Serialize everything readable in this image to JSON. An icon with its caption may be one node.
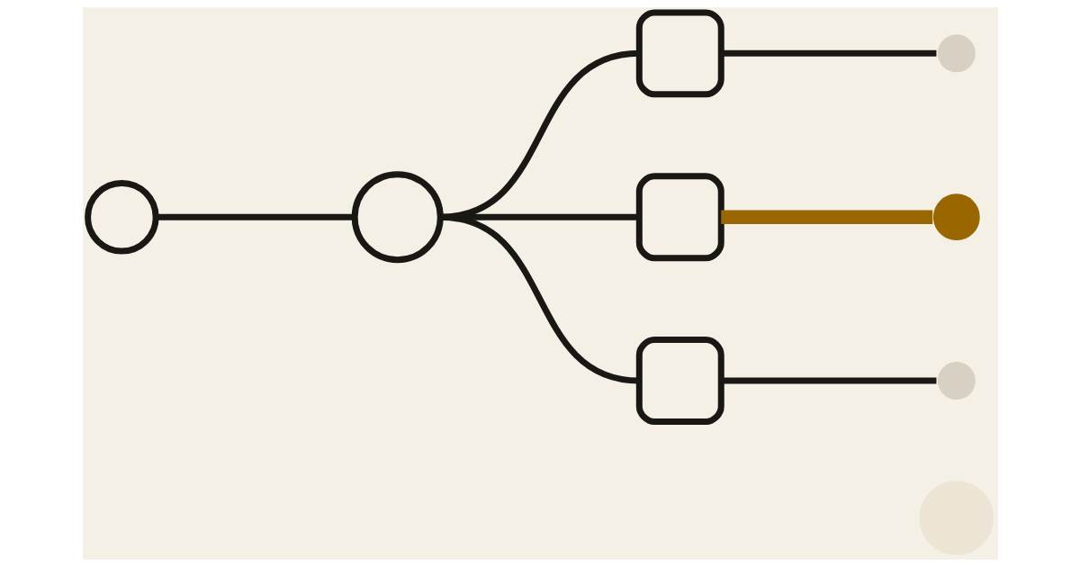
{
  "diagram": {
    "nodes": [
      {
        "text": [],
        "shape": "circle"
      },
      {
        "text": [],
        "shape": "circle"
      },
      {
        "text": [],
        "shape": "box"
      },
      {
        "text": [],
        "shape": "box"
      },
      {
        "text": [],
        "shape": "box"
      },
      {
        "text": [],
        "shape": "circle"
      },
      {
        "text": [],
        "shape": "circle"
      },
      {
        "text": [],
        "shape": "circle"
      },
      {
        "text": [],
        "shape": "circle"
      }
    ],
    "edges": [
      {
        "from": 0,
        "to": 1,
        "arrow": "none"
      },
      {
        "from": 1,
        "to": 2,
        "arrow": "none"
      },
      {
        "from": 1,
        "to": 3,
        "arrow": "none"
      },
      {
        "from": 1,
        "to": 4,
        "arrow": "none"
      },
      {
        "from": 2,
        "to": 5,
        "arrow": "none"
      },
      {
        "from": 3,
        "to": 6,
        "arrow": "none",
        "style": "thick",
        "color": "#996600"
      },
      {
        "from": 4,
        "to": 7,
        "arrow": "none"
      }
    ]
  }
}
